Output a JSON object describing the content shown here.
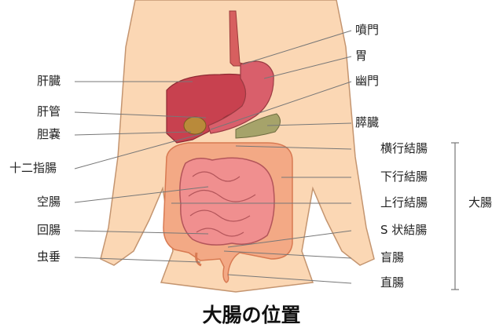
{
  "title": "大腸の位置",
  "labels_left": [
    "肝臓",
    "肝管",
    "胆嚢",
    "十二指腸",
    "空腸",
    "回腸",
    "虫垂"
  ],
  "labels_right": [
    "噴門",
    "胃",
    "幽門",
    "膵臓",
    "横行結腸",
    "下行結腸",
    "上行結腸",
    "S 状結腸",
    "盲腸",
    "直腸"
  ],
  "bracket_label": "大腸",
  "colors": {
    "skin": "#fbd7b4",
    "outline": "#c49570",
    "liver": "#c8414f",
    "stomach": "#d95f6b",
    "colon": "#f3a985",
    "intestine": "#f08f8f",
    "pancreas": "#a6a36a"
  }
}
